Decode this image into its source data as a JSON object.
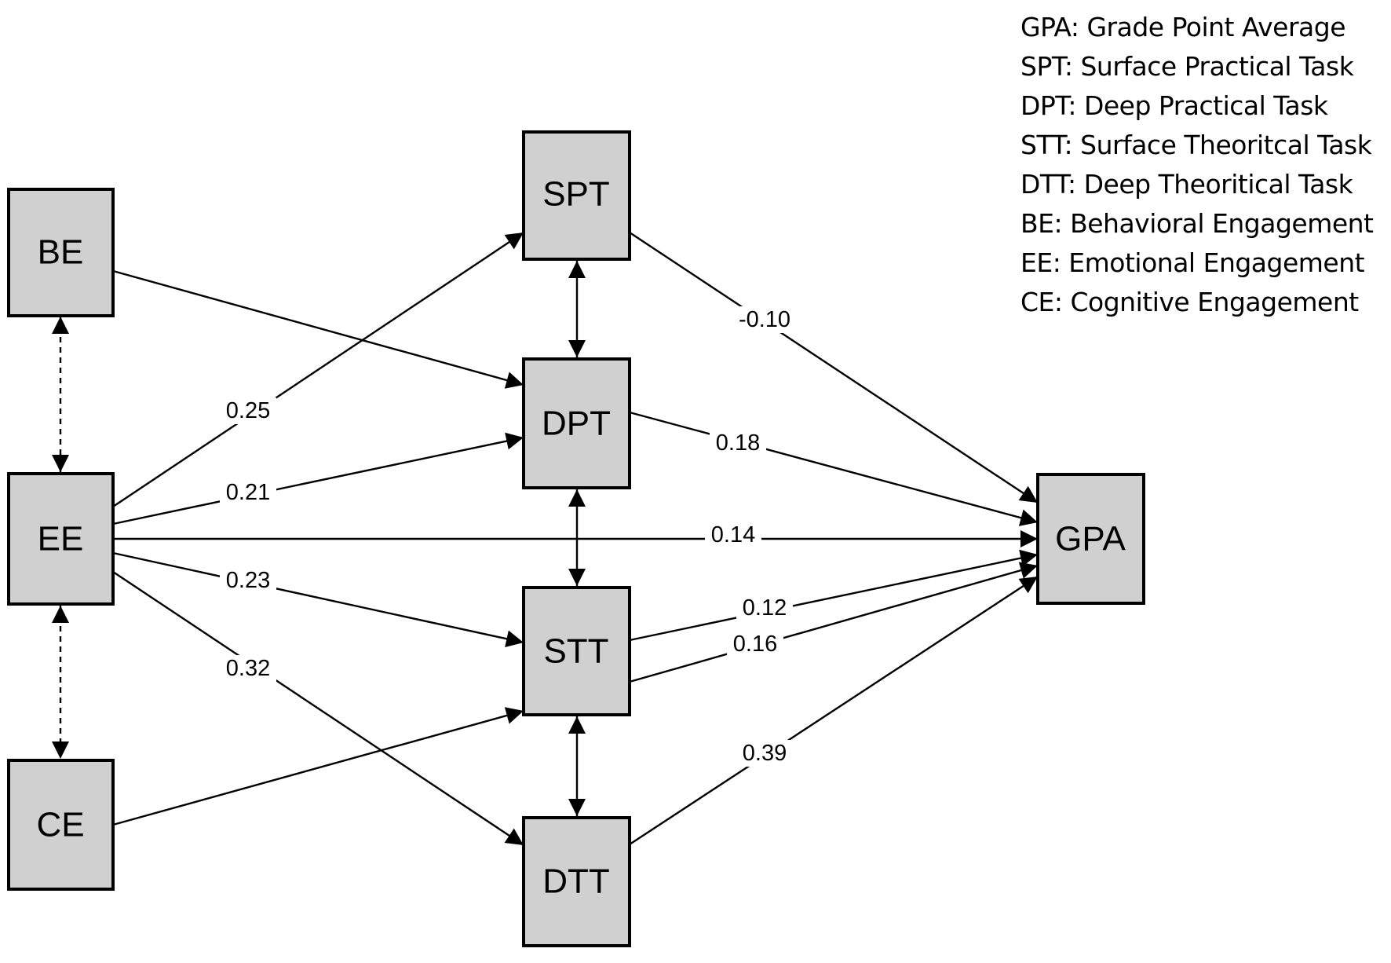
{
  "nodes": {
    "BE": "BE",
    "EE": "EE",
    "CE": "CE",
    "SPT": "SPT",
    "DPT": "DPT",
    "STT": "STT",
    "DTT": "DTT",
    "GPA": "GPA"
  },
  "legend": [
    "GPA: Grade Point Average",
    "SPT: Surface Practical Task",
    "DPT: Deep Practical Task",
    "STT: Surface Theoritcal Task",
    "DTT: Deep Theoritical Task",
    "BE: Behavioral Engagement",
    "EE: Emotional Engagement",
    "CE: Cognitive Engagement"
  ],
  "paths": [
    {
      "from": "EE",
      "to": "SPT",
      "coef": "0.25"
    },
    {
      "from": "EE",
      "to": "DPT",
      "coef": "0.21"
    },
    {
      "from": "EE",
      "to": "GPA",
      "coef": "0.14"
    },
    {
      "from": "EE",
      "to": "STT",
      "coef": "0.23"
    },
    {
      "from": "EE",
      "to": "DTT",
      "coef": "0.32"
    },
    {
      "from": "BE",
      "to": "DPT",
      "coef": ""
    },
    {
      "from": "CE",
      "to": "STT",
      "coef": ""
    },
    {
      "from": "SPT",
      "to": "GPA",
      "coef": "-0.10"
    },
    {
      "from": "DPT",
      "to": "GPA",
      "coef": "0.18"
    },
    {
      "from": "STT",
      "to": "GPA",
      "coef": "0.12"
    },
    {
      "from": "STT",
      "to": "GPA",
      "coef": "0.16"
    },
    {
      "from": "DTT",
      "to": "GPA",
      "coef": "0.39"
    }
  ],
  "correlations": [
    {
      "a": "SPT",
      "b": "DPT",
      "style": "solid"
    },
    {
      "a": "DPT",
      "b": "STT",
      "style": "solid"
    },
    {
      "a": "STT",
      "b": "DTT",
      "style": "solid"
    },
    {
      "a": "BE",
      "b": "EE",
      "style": "dashed"
    },
    {
      "a": "EE",
      "b": "CE",
      "style": "dashed"
    }
  ]
}
